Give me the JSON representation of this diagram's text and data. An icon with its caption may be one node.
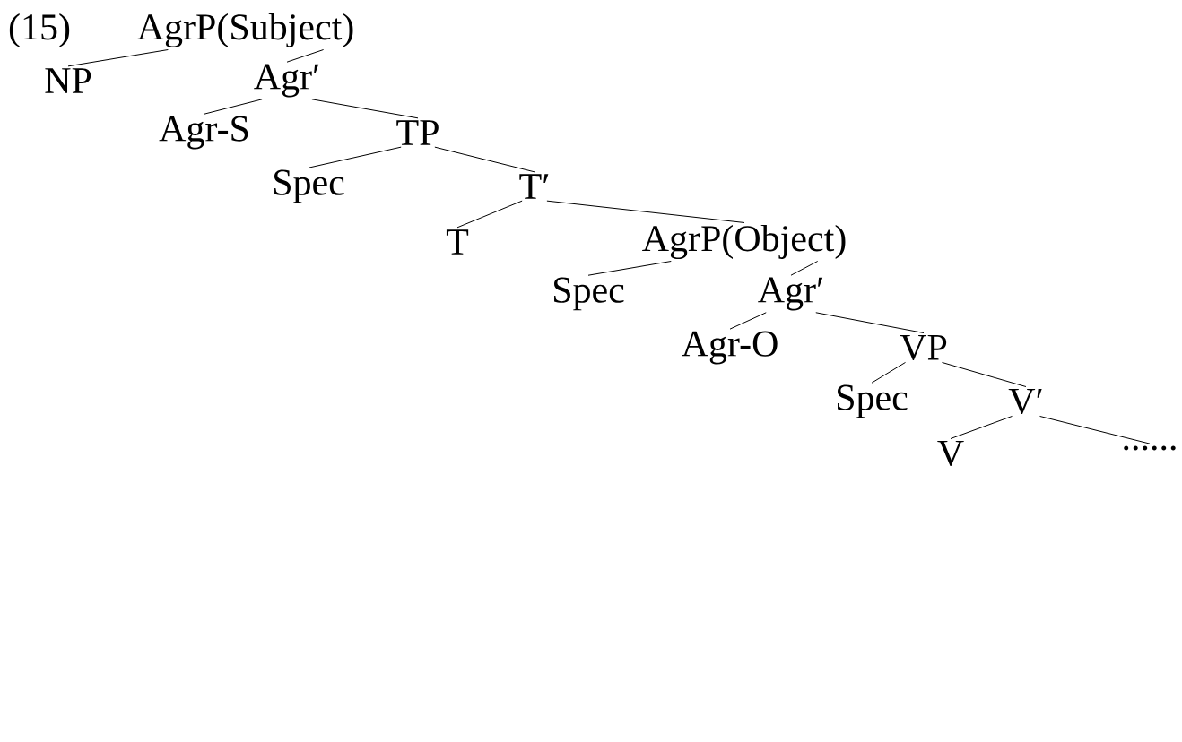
{
  "diagram": {
    "nodes": [
      {
        "text": [
          "AgrP(Subject)"
        ]
      },
      {
        "text": [
          "NP"
        ]
      },
      {
        "text": [
          "Agr′"
        ]
      },
      {
        "text": [
          "Agr-S"
        ]
      },
      {
        "text": [
          "TP"
        ]
      },
      {
        "text": [
          "Spec"
        ]
      },
      {
        "text": [
          "T′"
        ]
      },
      {
        "text": [
          "T"
        ]
      },
      {
        "text": [
          "AgrP(Object)"
        ]
      },
      {
        "text": [
          "Spec"
        ]
      },
      {
        "text": [
          "Agr′"
        ]
      },
      {
        "text": [
          "Agr-O"
        ]
      },
      {
        "text": [
          "VP"
        ]
      },
      {
        "text": [
          "Spec"
        ]
      },
      {
        "text": [
          "V′"
        ]
      },
      {
        "text": [
          "V"
        ]
      },
      {
        "text": [
          "......"
        ]
      }
    ],
    "edges": [
      {
        "from": 0,
        "to": 1,
        "arrow": "none"
      },
      {
        "from": 0,
        "to": 2,
        "arrow": "none"
      },
      {
        "from": 2,
        "to": 3,
        "arrow": "none"
      },
      {
        "from": 2,
        "to": 4,
        "arrow": "none"
      },
      {
        "from": 4,
        "to": 5,
        "arrow": "none"
      },
      {
        "from": 4,
        "to": 6,
        "arrow": "none"
      },
      {
        "from": 6,
        "to": 7,
        "arrow": "none"
      },
      {
        "from": 6,
        "to": 8,
        "arrow": "none"
      },
      {
        "from": 8,
        "to": 9,
        "arrow": "none"
      },
      {
        "from": 8,
        "to": 10,
        "arrow": "none"
      },
      {
        "from": 10,
        "to": 11,
        "arrow": "none"
      },
      {
        "from": 10,
        "to": 12,
        "arrow": "none"
      },
      {
        "from": 12,
        "to": 13,
        "arrow": "none"
      },
      {
        "from": 12,
        "to": 14,
        "arrow": "none"
      },
      {
        "from": 14,
        "to": 15,
        "arrow": "none"
      },
      {
        "from": 14,
        "to": 16,
        "arrow": "none"
      }
    ],
    "labels": [
      "(15)"
    ]
  }
}
